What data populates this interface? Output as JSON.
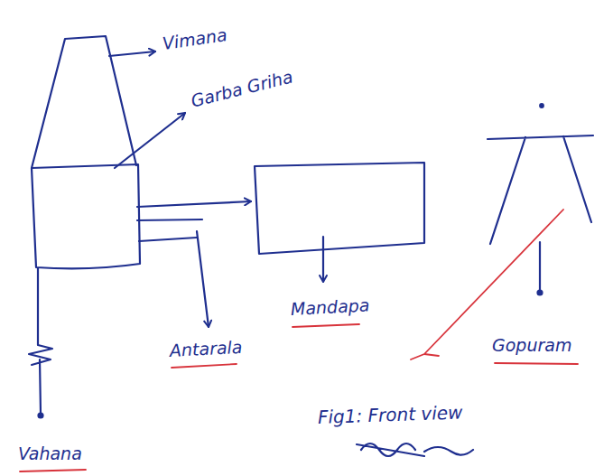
{
  "diagram": {
    "caption": "Fig1: Front view",
    "labels": [
      "Vimana",
      "Garba Griha",
      "Antarala",
      "Mandapa",
      "Gopuram",
      "Vahana"
    ]
  }
}
